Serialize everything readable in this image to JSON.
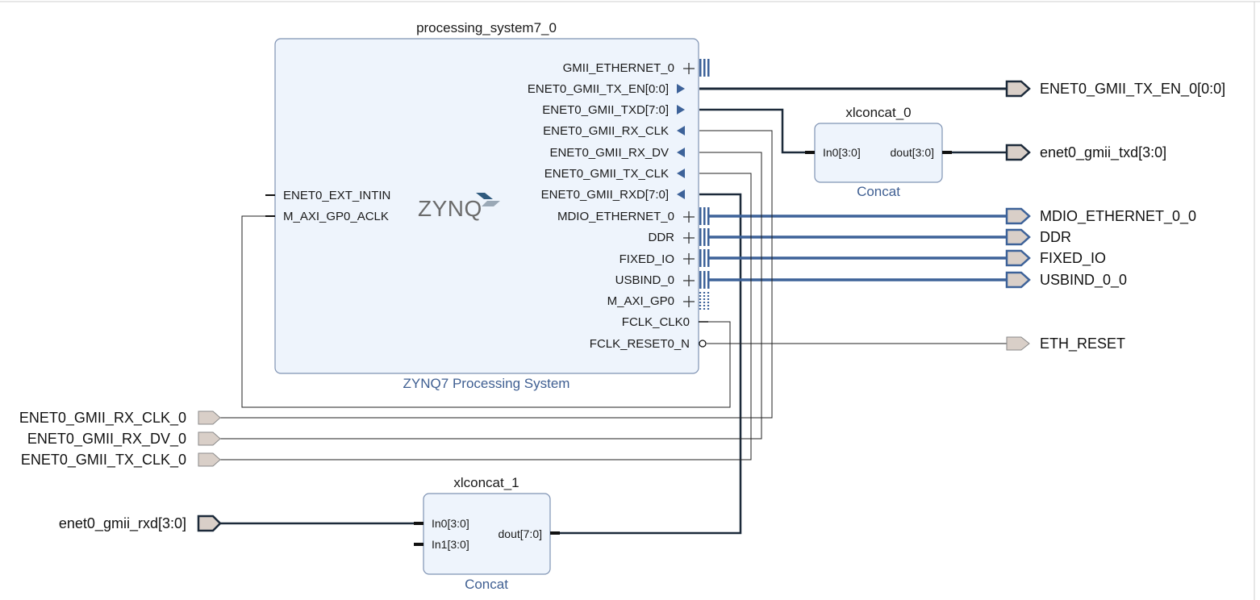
{
  "colors": {
    "block_fill": "#eef4fc",
    "block_border": "#7f93b3",
    "bus_wire": "#3d6299",
    "net_wire": "#1c2a3a",
    "port_fill": "#d9cfc8",
    "caption": "#3f5f92"
  },
  "ps7": {
    "instance": "processing_system7_0",
    "caption": "ZYNQ7 Processing System",
    "logo": "ZYNQ",
    "left_pins": [
      "ENET0_EXT_INTIN",
      "M_AXI_GP0_ACLK"
    ],
    "right_pins": [
      "GMII_ETHERNET_0",
      "ENET0_GMII_TX_EN[0:0]",
      "ENET0_GMII_TXD[7:0]",
      "ENET0_GMII_RX_CLK",
      "ENET0_GMII_RX_DV",
      "ENET0_GMII_TX_CLK",
      "ENET0_GMII_RXD[7:0]",
      "MDIO_ETHERNET_0",
      "DDR",
      "FIXED_IO",
      "USBIND_0",
      "M_AXI_GP0",
      "FCLK_CLK0",
      "FCLK_RESET0_N"
    ]
  },
  "concat0": {
    "instance": "xlconcat_0",
    "caption": "Concat",
    "in0": "In0[3:0]",
    "dout": "dout[3:0]"
  },
  "concat1": {
    "instance": "xlconcat_1",
    "caption": "Concat",
    "in0": "In0[3:0]",
    "in1": "In1[3:0]",
    "dout": "dout[7:0]"
  },
  "outputs": [
    "ENET0_GMII_TX_EN_0[0:0]",
    "enet0_gmii_txd[3:0]",
    "MDIO_ETHERNET_0_0",
    "DDR",
    "FIXED_IO",
    "USBIND_0_0",
    "ETH_RESET"
  ],
  "inputs": [
    "ENET0_GMII_RX_CLK_0",
    "ENET0_GMII_RX_DV_0",
    "ENET0_GMII_TX_CLK_0",
    "enet0_gmii_rxd[3:0]"
  ]
}
